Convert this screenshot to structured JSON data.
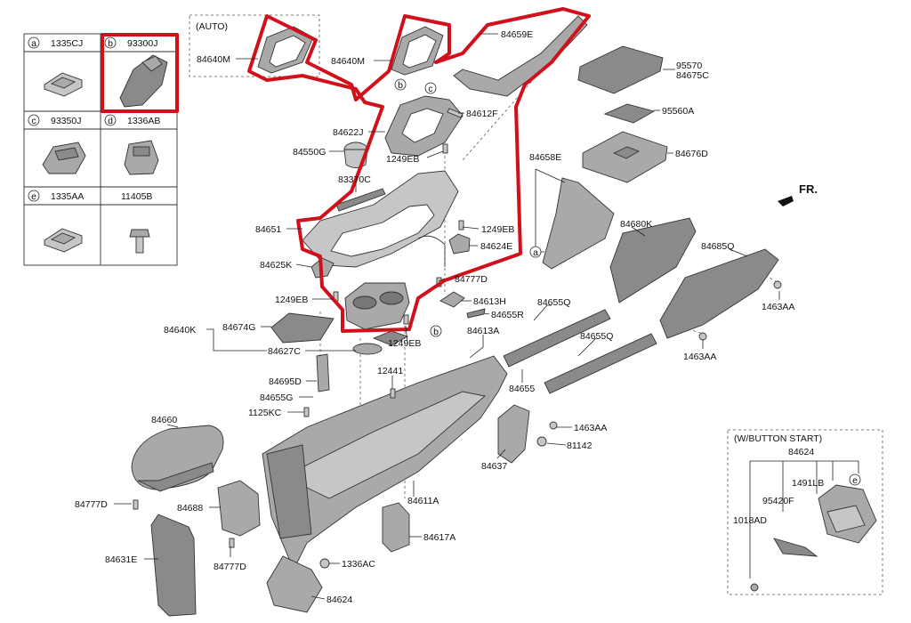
{
  "legend": [
    {
      "letter": "a",
      "code": "1335CJ",
      "icon": "clip-icon"
    },
    {
      "letter": "b",
      "code": "93300J",
      "icon": "switch-assembly-icon"
    },
    {
      "letter": "c",
      "code": "93350J",
      "icon": "connector-switch-icon"
    },
    {
      "letter": "d",
      "code": "1336AB",
      "icon": "nut-clip-icon"
    },
    {
      "letter": "e",
      "code": "1335AA",
      "icon": "clip-icon"
    },
    {
      "letter": "",
      "code": "11405B",
      "icon": "bolt-icon"
    }
  ],
  "auto_box_title": "(AUTO)",
  "button_start_box_title": "(W/BUTTON START)",
  "fr_label": "FR.",
  "callouts": {
    "a": "a",
    "b": "b",
    "c": "c",
    "e": "e"
  },
  "labels": {
    "l84640M_a": "84640M",
    "l84640M_b": "84640M",
    "l84659E": "84659E",
    "l95570": "95570",
    "l84675C": "84675C",
    "l84612F": "84612F",
    "l95560A": "95560A",
    "l84622J": "84622J",
    "l84550G": "84550G",
    "l1249EB_a": "1249EB",
    "l84676D": "84676D",
    "l84658E": "84658E",
    "l83370C": "83370C",
    "l84651": "84651",
    "l1249EB_b": "1249EB",
    "l84624E": "84624E",
    "l84680K": "84680K",
    "l84685Q": "84685Q",
    "l84625K": "84625K",
    "l84777D_a": "84777D",
    "l1249EB_c": "1249EB",
    "l84613H": "84613H",
    "l84655R": "84655R",
    "l84655Q_a": "84655Q",
    "l1463AA_a": "1463AA",
    "l84640K": "84640K",
    "l84674G": "84674G",
    "l1249EB_d": "1249EB",
    "l84613A": "84613A",
    "l84655Q_b": "84655Q",
    "l1463AA_b": "1463AA",
    "l84627C": "84627C",
    "l84695D": "84695D",
    "l12441": "12441",
    "l84655": "84655",
    "l84655G": "84655G",
    "l1125KC": "1125KC",
    "l84660": "84660",
    "l1463AA_c": "1463AA",
    "l81142": "81142",
    "l84637": "84637",
    "l84611A": "84611A",
    "l84777D_b": "84777D",
    "l84688": "84688",
    "l84617A": "84617A",
    "l84631E": "84631E",
    "l84777D_c": "84777D",
    "l1336AC": "1336AC",
    "l84624_a": "84624",
    "l84624_b": "84624",
    "l1491LB": "1491LB",
    "l95420F": "95420F",
    "l1018AD": "1018AD"
  }
}
